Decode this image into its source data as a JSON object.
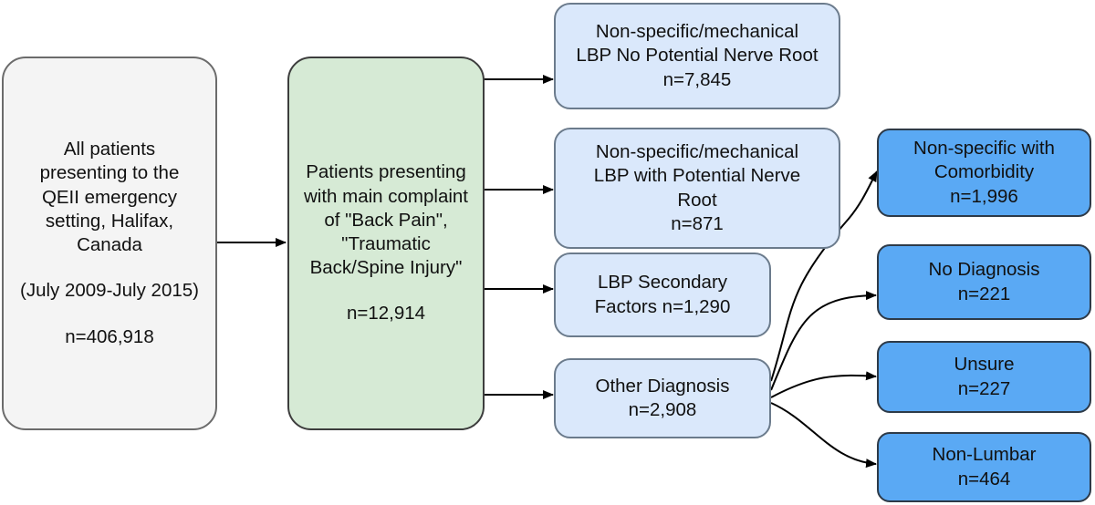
{
  "nodes": {
    "all_patients": {
      "lines": [
        "All patients",
        "presenting to the",
        "QEII emergency",
        "setting, Halifax,",
        "Canada"
      ],
      "period": "(July 2009-July 2015)",
      "count": "n=406,918"
    },
    "back_pain": {
      "lines": [
        "Patients presenting",
        "with main complaint",
        "of \"Back Pain\",",
        "\"Traumatic",
        "Back/Spine Injury\""
      ],
      "count": "n=12,914"
    },
    "no_nerve_root": {
      "lines": [
        "Non-specific/mechanical",
        "LBP No Potential Nerve Root"
      ],
      "count": "n=7,845"
    },
    "with_nerve_root": {
      "lines": [
        "Non-specific/mechanical",
        "LBP with Potential Nerve",
        "Root"
      ],
      "count": "n=871"
    },
    "secondary_factors": {
      "lines": [
        "LBP Secondary",
        "Factors n=1,290"
      ]
    },
    "other_diagnosis": {
      "lines": [
        "Other Diagnosis"
      ],
      "count": "n=2,908"
    },
    "comorbidity": {
      "lines": [
        "Non-specific with",
        "Comorbidity"
      ],
      "count": "n=1,996"
    },
    "no_diagnosis": {
      "lines": [
        "No Diagnosis"
      ],
      "count": "n=221"
    },
    "unsure": {
      "lines": [
        "Unsure"
      ],
      "count": "n=227"
    },
    "non_lumbar": {
      "lines": [
        "Non-Lumbar"
      ],
      "count": "n=464"
    }
  }
}
